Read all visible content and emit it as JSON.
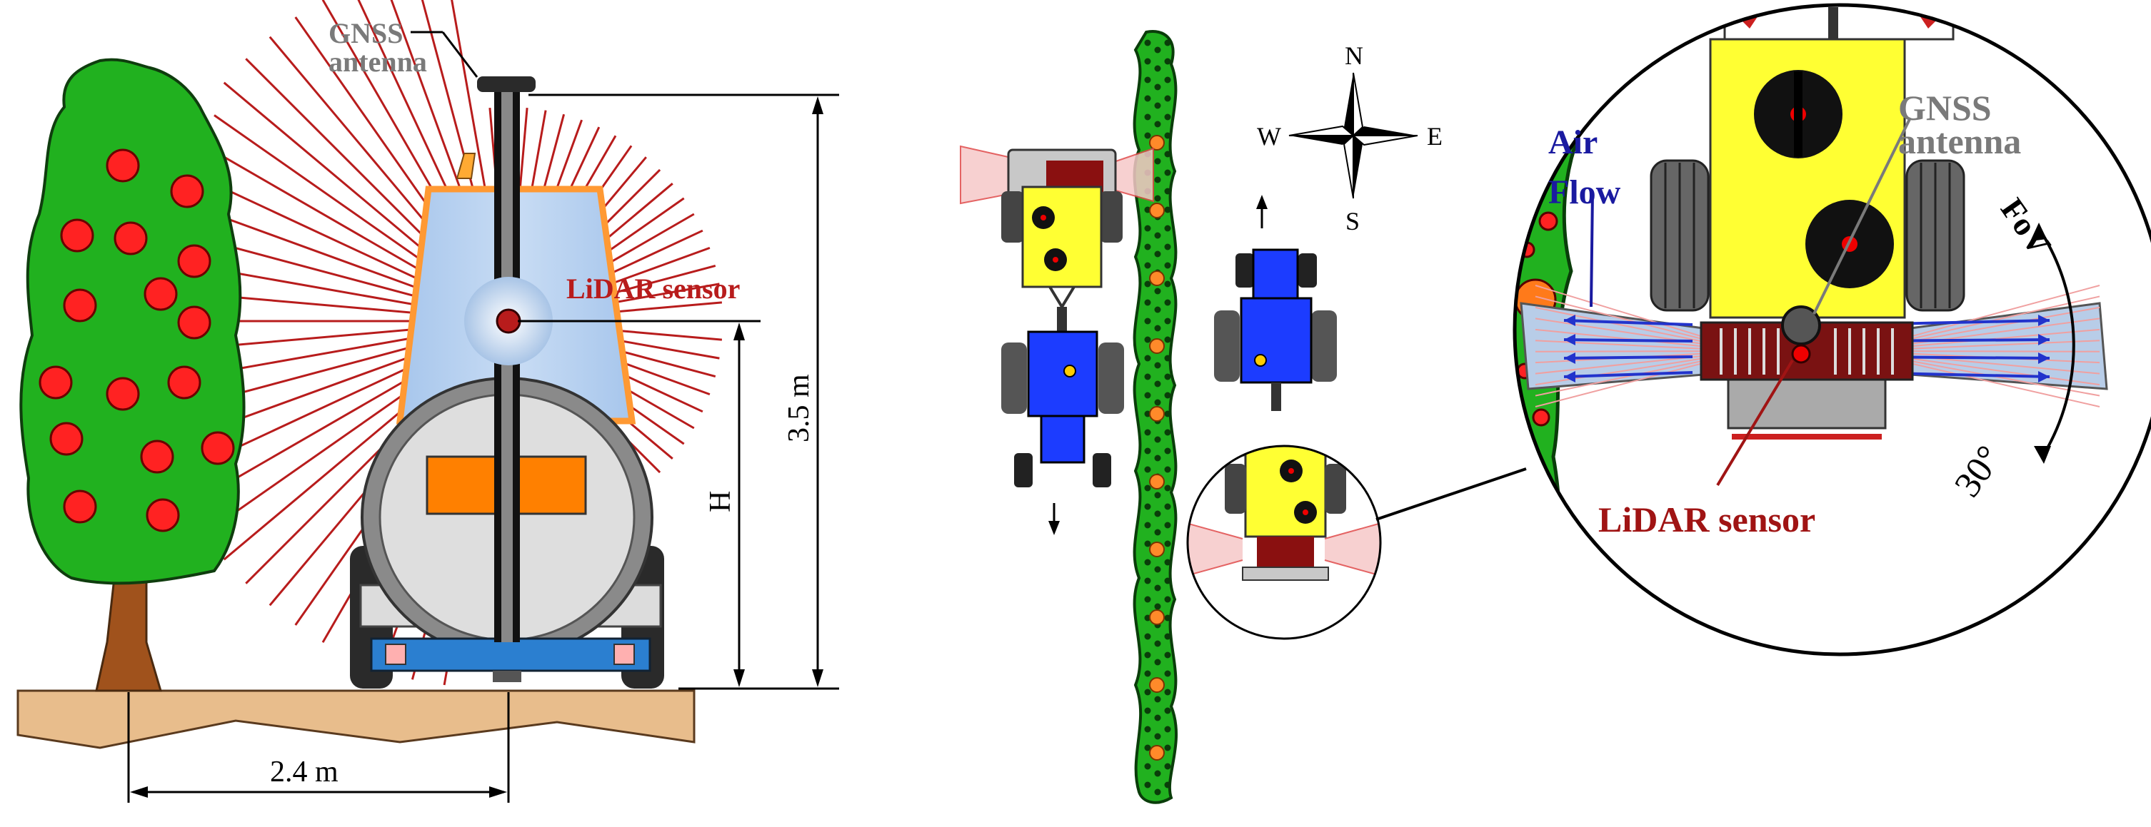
{
  "rear_view": {
    "gnss_label_line1": "GNSS",
    "gnss_label_line2": "antenna",
    "lidar_label": "LiDAR sensor",
    "height_total_label": "3.5 m",
    "height_sensor_label": "H",
    "row_distance_label": "2.4 m"
  },
  "top_view": {
    "compass": {
      "north": "N",
      "south": "S",
      "east": "E",
      "west": "W"
    }
  },
  "detail_view": {
    "air_flow_line1": "Air",
    "air_flow_line2": "Flow",
    "gnss_label_line1": "GNSS",
    "gnss_label_line2": "antenna",
    "lidar_label": "LiDAR sensor",
    "fov_label": "FoV",
    "fov_angle_label": "30°"
  },
  "colors": {
    "tree_green": "#21b11f",
    "fruit_red": "#ff0000",
    "laser_red": "#b81c1c",
    "ground_tan": "#e8bd8c",
    "tank_orange": "#ff8000",
    "tractor_blue": "#1c3cff",
    "sprayer_yellow": "#ffff33",
    "gnss_gray": "#7a7a7a",
    "lidar_red_text": "#a01414",
    "air_flow_blue": "#1a1aa0"
  }
}
